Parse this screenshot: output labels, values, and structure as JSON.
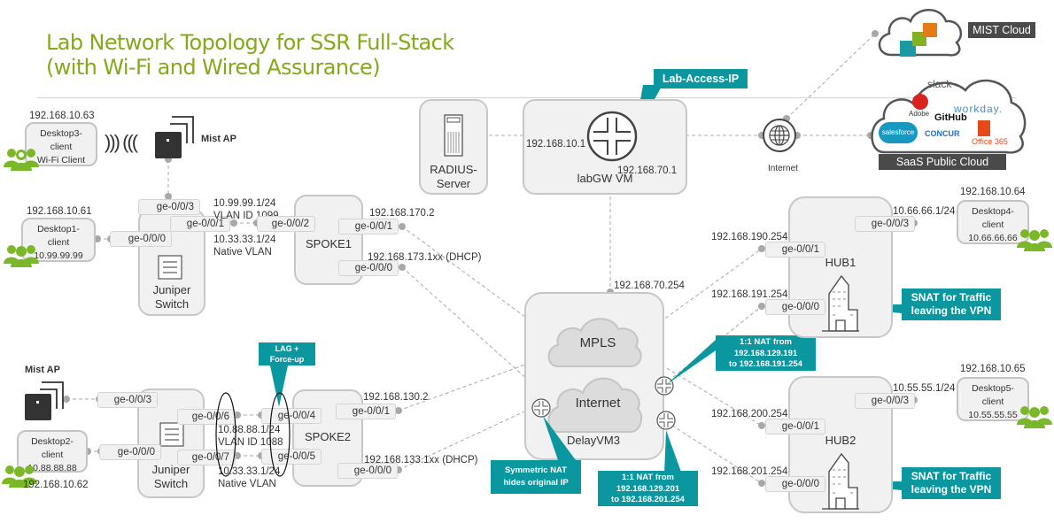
{
  "title": {
    "line1": "Lab Network Topology for SSR Full-Stack",
    "line2": "(with Wi-Fi and Wired Assurance)"
  },
  "clouds": {
    "mist": {
      "label": "MIST Cloud"
    },
    "saas": {
      "label": "SaaS Public Cloud",
      "logos": [
        "slack",
        "Adobe",
        "workday.",
        "GitHub",
        "salesforce",
        "CONCUR",
        "Office 365"
      ]
    },
    "internet": {
      "label": "Internet"
    }
  },
  "callouts": {
    "lab_access": "Lab-Access-IP",
    "lag": [
      "LAG +",
      "Force-up"
    ],
    "snat_hub1": [
      "SNAT for Traffic",
      "leaving the VPN"
    ],
    "snat_hub2": [
      "SNAT for Traffic",
      "leaving the VPN"
    ],
    "nat_191": [
      "1:1 NAT from",
      "192.168.129.191",
      "to 192.168.191.254"
    ],
    "nat_201": [
      "1:1 NAT from",
      "192.168.129.201",
      "to 192.168.201.254"
    ],
    "symmetric_nat": [
      "Symmetric NAT",
      "hides original IP"
    ]
  },
  "radius": {
    "label1": "RADIUS-",
    "label2": "Server"
  },
  "labgw": {
    "label": "labGW VM",
    "ip_left": "192.168.10.1",
    "ip_bottom": "192.168.70.1"
  },
  "delayvm": {
    "label": "DelayVM3",
    "ip_top": "192.168.70.254",
    "mpls": "MPLS",
    "internet": "Internet"
  },
  "desktop3": {
    "ip": "192.168.10.63",
    "l1": "Desktop3-",
    "l2": "client",
    "l3": "Wi-Fi Client"
  },
  "desktop1": {
    "ip": "192.168.10.61",
    "l1": "Desktop1-",
    "l2": "client",
    "l3": "10.99.99.99"
  },
  "desktop2": {
    "ip": "192.168.10.62",
    "l1": "Desktop2-",
    "l2": "client",
    "l3": "10.88.88.88"
  },
  "desktop4": {
    "ip": "192.168.10.64",
    "l1": "Desktop4-",
    "l2": "client",
    "l3": "10.66.66.66"
  },
  "desktop5": {
    "ip": "192.168.10.65",
    "l1": "Desktop5-",
    "l2": "client",
    "l3": "10.55.55.55"
  },
  "mist_ap_top": {
    "label": "Mist AP"
  },
  "mist_ap_bottom": {
    "label": "Mist AP"
  },
  "switch1": {
    "label1": "Juniper",
    "label2": "Switch",
    "ports": [
      "ge-0/0/3",
      "ge-0/0/1",
      "ge-0/0/0"
    ]
  },
  "switch2": {
    "label1": "Juniper",
    "label2": "Switch",
    "ports": [
      "ge-0/0/3",
      "ge-0/0/6",
      "ge-0/0/0",
      "ge-0/0/7"
    ]
  },
  "link1": {
    "l1": "10.99.99.1/24",
    "l2": "VLAN ID 1099",
    "l3": "10.33.33.1/24",
    "l4": "Native VLAN"
  },
  "link2": {
    "l1": "10.88.88.1/24",
    "l2": "VLAN ID 1088",
    "l3": "10.33.33.1/24",
    "l4": "Native VLAN"
  },
  "spoke1": {
    "label": "SPOKE1",
    "ports": [
      "ge-0/0/2",
      "ge-0/0/1",
      "ge-0/0/0"
    ],
    "ip1": "192.168.170.2",
    "ip0": "192.168.173.1xx (DHCP)"
  },
  "spoke2": {
    "label": "SPOKE2",
    "ports": [
      "ge-0/0/4",
      "ge-0/0/5",
      "ge-0/0/1",
      "ge-0/0/0"
    ],
    "ip1": "192.168.130.2",
    "ip0": "192.168.133.1xx (DHCP)"
  },
  "hub1": {
    "label": "HUB1",
    "ports": [
      "ge-0/0/1",
      "ge-0/0/0",
      "ge-0/0/3"
    ],
    "ip1": "192.168.190.254",
    "ip0": "192.168.191.254",
    "ip3": "10.66.66.1/24"
  },
  "hub2": {
    "label": "HUB2",
    "ports": [
      "ge-0/0/1",
      "ge-0/0/0",
      "ge-0/0/3"
    ],
    "ip1": "192.168.200.254",
    "ip0": "192.168.201.254",
    "ip3": "10.55.55.1/24"
  },
  "colors": {
    "title": "#84a91a",
    "callout": "#0a979f",
    "box": "#f1f1f1",
    "user_icon": "#7ab829"
  }
}
